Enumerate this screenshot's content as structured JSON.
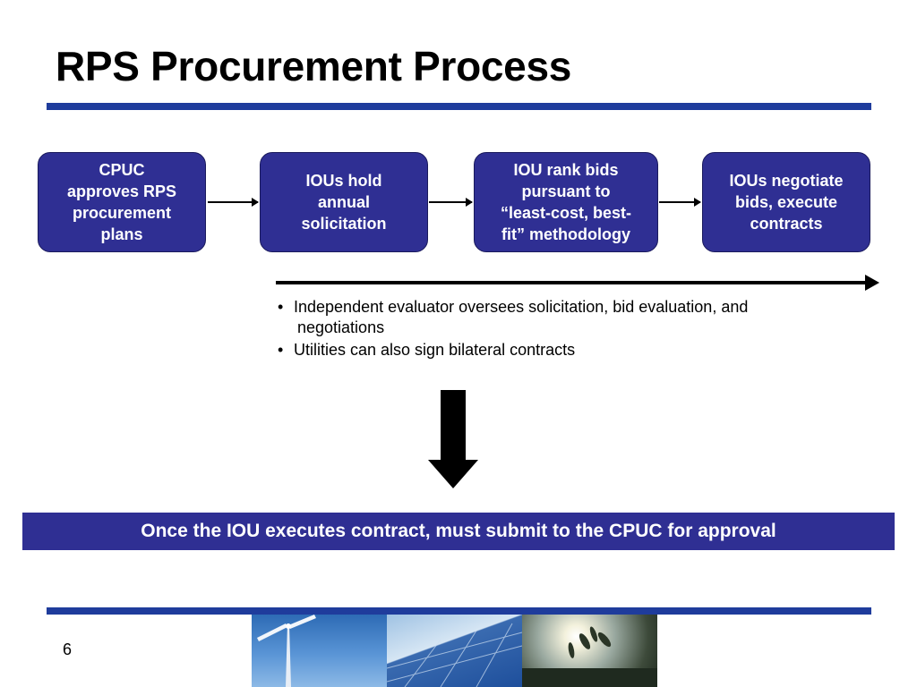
{
  "slide": {
    "title": "RPS Procurement Process",
    "page_number": "6"
  },
  "process_steps": [
    {
      "lines": [
        "CPUC",
        "approves RPS",
        "procurement",
        "plans"
      ]
    },
    {
      "lines": [
        "IOUs hold",
        "annual",
        "solicitation"
      ]
    },
    {
      "lines": [
        "IOU rank bids",
        "pursuant to",
        "“least-cost, best-",
        "fit” methodology"
      ]
    },
    {
      "lines": [
        "IOUs negotiate",
        "bids, execute",
        "contracts"
      ]
    }
  ],
  "notes": [
    {
      "bullet": "•",
      "line1": "Independent evaluator oversees solicitation, bid evaluation, and",
      "line2": "negotiations"
    },
    {
      "bullet": "•",
      "line1": "Utilities can also sign bilateral contracts"
    }
  ],
  "banner": {
    "text": "Once the IOU executes contract, must submit to the CPUC for approval"
  },
  "footer_images": [
    "wind-turbine-photo",
    "solar-panel-photo",
    "plant-sunlight-photo"
  ],
  "colors": {
    "accent_blue": "#1f3c9c",
    "box_fill": "#2f2f93"
  }
}
